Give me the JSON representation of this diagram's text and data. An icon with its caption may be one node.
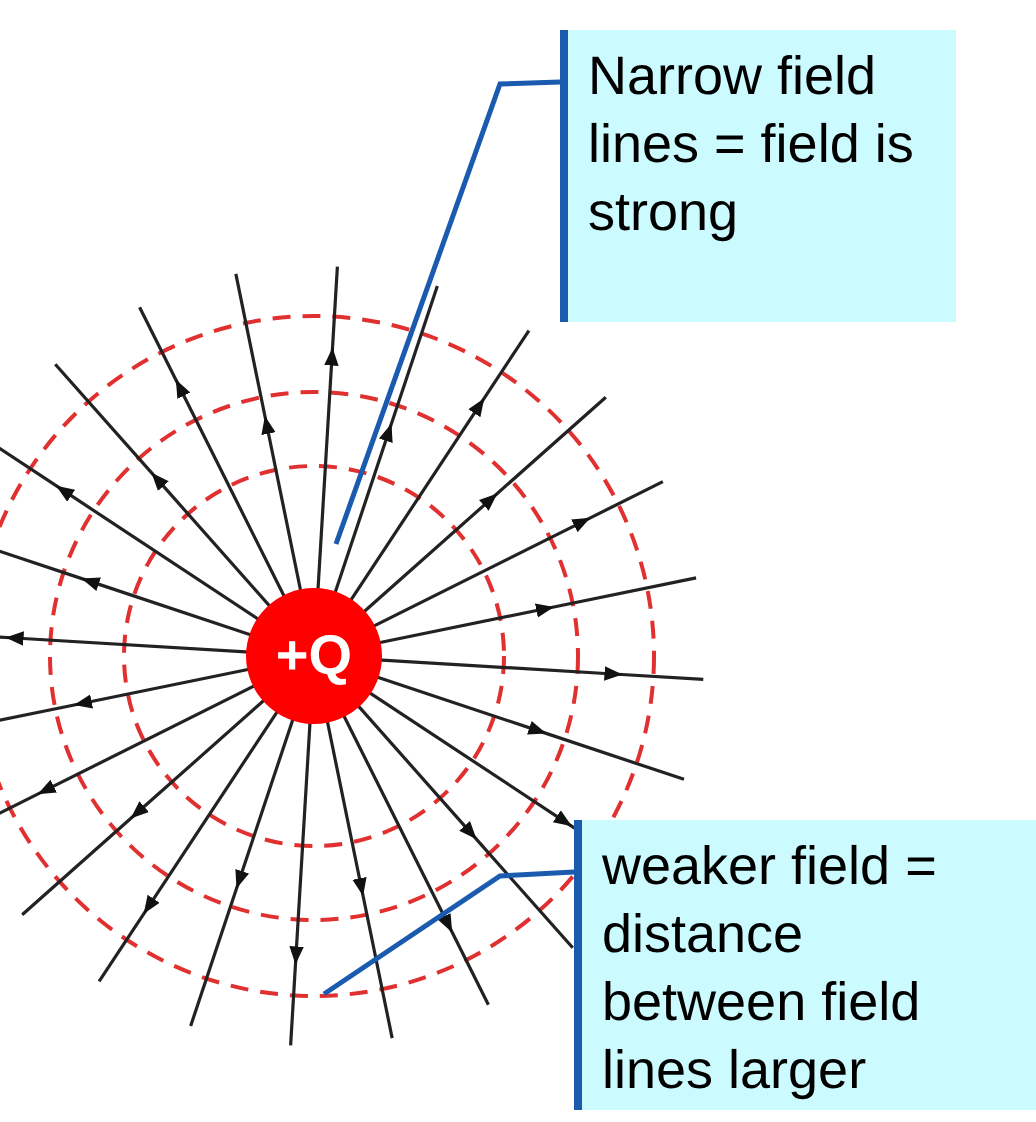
{
  "diagram": {
    "nodes": [
      {
        "text": [
          "+Q"
        ]
      },
      {
        "text": [
          "Narrow field lines = field is strong"
        ]
      },
      {
        "text": [
          "weaker field = distance between field lines larger"
        ]
      }
    ],
    "edges": [
      {
        "from": 1,
        "to": null,
        "arrow": "none"
      },
      {
        "from": 2,
        "to": null,
        "arrow": "none"
      }
    ]
  }
}
